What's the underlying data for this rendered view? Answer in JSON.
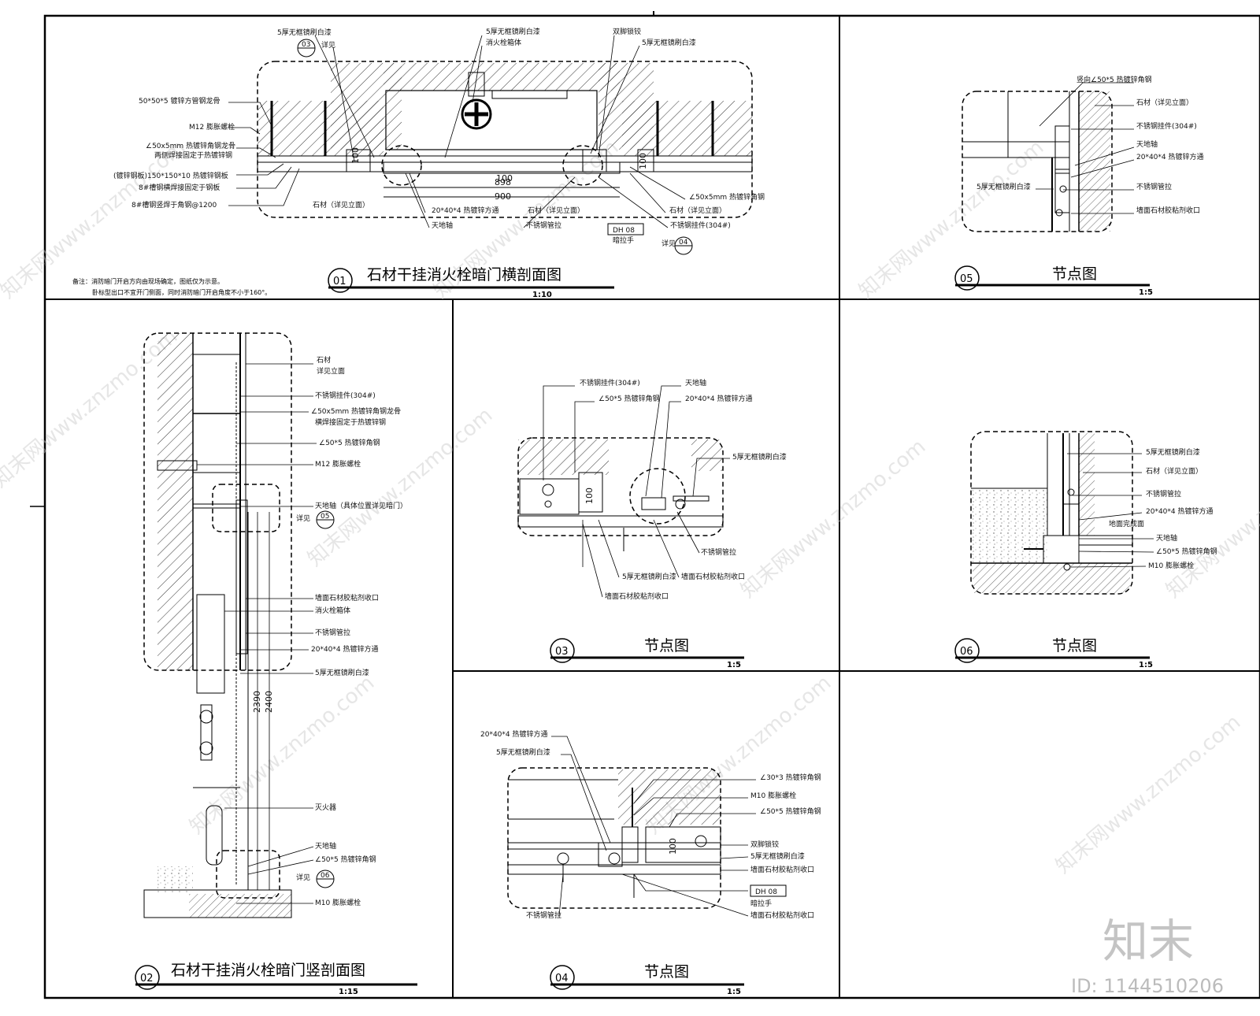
{
  "panels": {
    "p01": {
      "num": "01",
      "title": "石材干挂消火栓暗门横剖面图",
      "scale": "1:10"
    },
    "p02": {
      "num": "02",
      "title": "石材干挂消火栓暗门竖剖面图",
      "scale": "1:15"
    },
    "p03": {
      "num": "03",
      "title": "节点图",
      "scale": "1:5"
    },
    "p04": {
      "num": "04",
      "title": "节点图",
      "scale": "1:5"
    },
    "p05": {
      "num": "05",
      "title": "节点图",
      "scale": "1:5"
    },
    "p06": {
      "num": "06",
      "title": "节点图",
      "scale": "1:5"
    }
  },
  "p01_labels": {
    "l1": "5厚无框镜刷白漆",
    "l2": "03",
    "l3": "详见",
    "l4": "5厚无框镜刷白漆",
    "l5": "消火栓箱体",
    "l6": "双脚锁铰",
    "l7": "5厚无框镜刷白漆",
    "l8": "50*50*5 镀锌方管钢龙骨",
    "l9": "M12 膨胀螺栓",
    "l10": "∠50x5mm 热镀锌角钢龙骨",
    "l11": "两侧焊接固定于热镀锌钢",
    "l12": "(镀锌钢板)150*150*10 热镀锌钢板",
    "l13": "8#槽钢横焊接固定于钢板",
    "l14": "8#槽钢竖焊于角钢@1200",
    "l15": "石材（详见立面）",
    "l16": "20*40*4 热镀锌方通",
    "l17": "天地轴",
    "l18": "不锈钢管拉",
    "l19": "石材（详见立面）",
    "l20": "石材（详见立面）",
    "l21": "∠50x5mm 热镀锌角钢",
    "l22": "不锈钢挂件(304#)",
    "l23": "DH 08",
    "l24": "暗拉手",
    "l25": "详见",
    "l26": "04",
    "d1": "898",
    "d2": "900",
    "d3": "100",
    "d4": "100",
    "d5": "100",
    "note1": "备注：消防暗门开启方向由现场确定，图纸仅为示意。",
    "note2": "卧标型出口不宜开门侧面，同时消防暗门开启角度不小于160°。"
  },
  "p05_labels": {
    "l1": "竖向∠50*5 热镀锌角钢",
    "l2": "石材（详见立面）",
    "l3": "不锈钢挂件(304#)",
    "l4": "天地轴",
    "l5": "20*40*4 热镀锌方通",
    "l6": "不锈钢管拉",
    "l7": "墙面石材胶粘剂收口",
    "l8": "5厚无框镜刷白漆"
  },
  "p02_labels": {
    "l1": "石材",
    "l2": "详见立面",
    "l3": "不锈钢挂件(304#)",
    "l4": "∠50x5mm 热镀锌角钢龙骨",
    "l5": "横焊接固定于热镀锌钢",
    "l6": "∠50*5 热镀锌角钢",
    "l7": "M12 膨胀螺栓",
    "l8": "天地轴（具体位置详见暗门）",
    "l9": "详见",
    "l10": "05",
    "l11": "墙面石材胶粘剂收口",
    "l12": "消火栓箱体",
    "l13": "不锈钢管拉",
    "l14": "20*40*4 热镀锌方通",
    "l15": "5厚无框镜刷白漆",
    "l16": "灭火器",
    "l17": "天地轴",
    "l18": "∠50*5 热镀锌角钢",
    "l19": "详见",
    "l20": "06",
    "l21": "M10 膨胀螺栓",
    "d1": "2390",
    "d2": "2400"
  },
  "p03_labels": {
    "l1": "不锈钢挂件(304#)",
    "l2": "∠50*5 热镀锌角钢",
    "l3": "天地轴",
    "l4": "20*40*4 热镀锌方通",
    "l5": "5厚无框镜刷白漆",
    "l6": "5厚无框镜刷白漆",
    "l7": "墙面石材胶粘剂收口",
    "l8": "不锈钢管拉",
    "l9": "墙面石材胶粘剂收口",
    "d1": "100"
  },
  "p04_labels": {
    "l1": "20*40*4 热镀锌方通",
    "l2": "5厚无框镜刷白漆",
    "l3": "∠30*3 热镀锌角钢",
    "l4": "M10 膨胀螺栓",
    "l5": "∠50*5 热镀锌角钢",
    "l6": "双脚锁铰",
    "l7": "5厚无框镜刷白漆",
    "l8": "墙面石材胶粘剂收口",
    "l9": "DH 08",
    "l10": "暗拉手",
    "l11": "墙面石材胶粘剂收口",
    "l12": "不锈钢管拉",
    "d1": "100"
  },
  "p06_labels": {
    "l1": "5厚无框镜刷白漆",
    "l2": "石材（详见立面）",
    "l3": "不锈钢管拉",
    "l4": "20*40*4 热镀锌方通",
    "l5": "地面完成面",
    "l6": "天地轴",
    "l7": "∠50*5 热镀锌角钢",
    "l8": "M10 膨胀螺栓"
  },
  "watermark": {
    "text": "知末网www.znzmo.com",
    "brand": "知末",
    "id": "ID: 1144510206"
  }
}
